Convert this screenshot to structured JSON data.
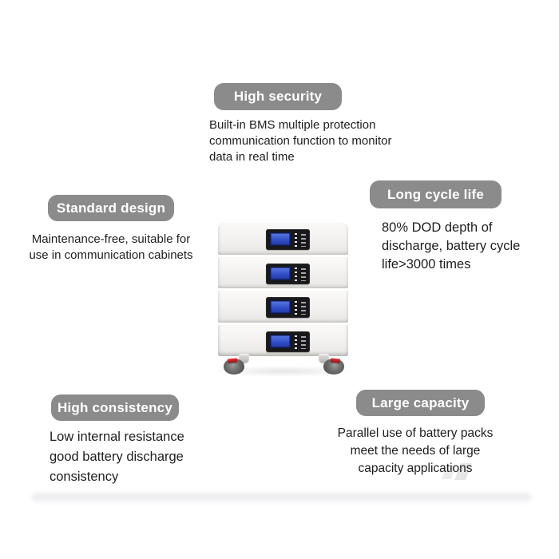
{
  "colors": {
    "pill-bg": "#8b8b8b",
    "pill-text": "#ffffff",
    "body-text": "#1e1e1e",
    "screen-blue": "#2f4cc4",
    "caster-red": "#9c1414"
  },
  "features": [
    {
      "id": "high-security",
      "label": "High security",
      "lines": [
        "Built-in BMS multiple protection",
        "communication function to monitor",
        "data in real time"
      ]
    },
    {
      "id": "standard-design",
      "label": "Standard design",
      "lines": [
        "Maintenance-free, suitable for",
        "use in communication cabinets"
      ]
    },
    {
      "id": "long-cycle-life",
      "label": "Long cycle life",
      "lines": [
        "80% DOD depth of",
        "discharge, battery cycle",
        "life>3000 times"
      ]
    },
    {
      "id": "high-consistency",
      "label": "High consistency",
      "lines": [
        "Low internal resistance",
        "good battery discharge",
        "consistency"
      ]
    },
    {
      "id": "large-capacity",
      "label": "Large capacity",
      "lines": [
        "Parallel use of battery packs",
        "meet the needs of large",
        "capacity applications"
      ]
    }
  ],
  "product": {
    "module_count": 4
  }
}
